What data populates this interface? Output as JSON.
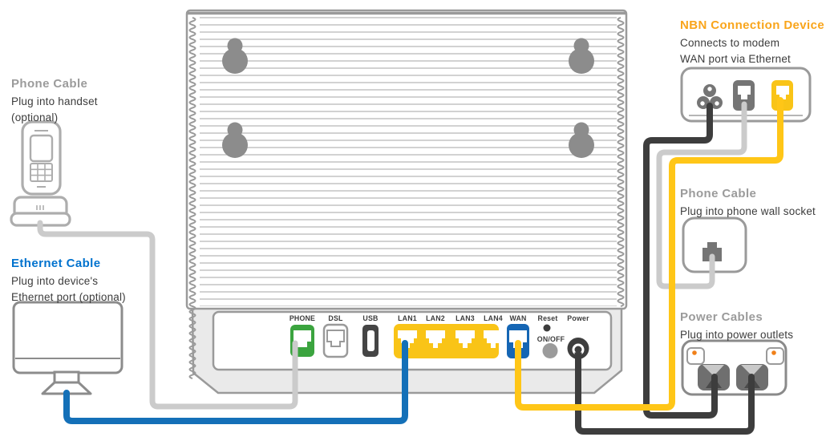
{
  "annotations": {
    "phone_left": {
      "title": "Phone Cable",
      "line1": "Plug into handset",
      "line2": "(optional)"
    },
    "ethernet": {
      "title": "Ethernet Cable",
      "line1": "Plug into device's",
      "line2": "Ethernet port (optional)"
    },
    "nbn": {
      "title": "NBN Connection Device",
      "line1": "Connects to modem",
      "line2": "WAN port via Ethernet"
    },
    "phone_right": {
      "title": "Phone Cable",
      "line1": "Plug into phone wall socket"
    },
    "power": {
      "title": "Power Cables",
      "line1": "Plug into power outlets"
    }
  },
  "modem_panel": {
    "phone": "PHONE",
    "dsl": "DSL",
    "usb": "USB",
    "lan1": "LAN1",
    "lan2": "LAN2",
    "lan3": "LAN3",
    "lan4": "LAN4",
    "wan": "WAN",
    "reset": "Reset",
    "on_off": "ON/OFF",
    "power": "Power"
  },
  "colors": {
    "accent_orange": "#F9A51B",
    "accent_blue": "#0072CE",
    "heading_gray": "#9B9B9B",
    "body_text": "#3C3C3C",
    "port_green": "#3BA43F",
    "port_yellow": "#F9C417",
    "port_blue": "#1566B4",
    "cable_gray": "#CBCBCB",
    "cable_black": "#3D3D3D",
    "outlet_dot_orange": "#F08019"
  }
}
